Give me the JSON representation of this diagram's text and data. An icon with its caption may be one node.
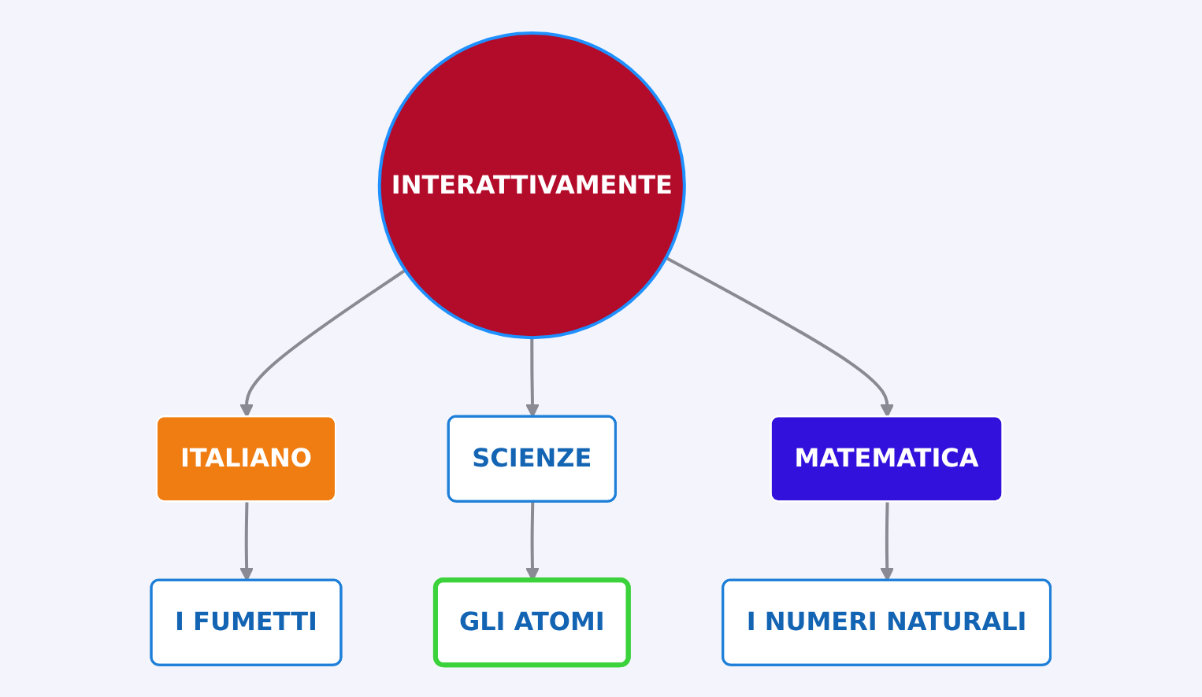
{
  "diagram": {
    "nodes": [
      {
        "text": [
          "INTERATTIVAMENTE"
        ]
      },
      {
        "text": [
          "ITALIANO"
        ]
      },
      {
        "text": [
          "I FUMETTI"
        ]
      },
      {
        "text": [
          "SCIENZE"
        ]
      },
      {
        "text": [
          "GLI ATOMI"
        ]
      },
      {
        "text": [
          "MATEMATICA"
        ]
      },
      {
        "text": [
          "I NUMERI NATURALI"
        ]
      }
    ],
    "edges": [
      {
        "from": 0,
        "to": 1,
        "arrow": "to"
      },
      {
        "from": 1,
        "to": 2,
        "arrow": "to"
      },
      {
        "from": 0,
        "to": 3,
        "arrow": "to"
      },
      {
        "from": 3,
        "to": 4,
        "arrow": "to"
      },
      {
        "from": 0,
        "to": 5,
        "arrow": "to"
      },
      {
        "from": 5,
        "to": 6,
        "arrow": "to"
      }
    ]
  }
}
